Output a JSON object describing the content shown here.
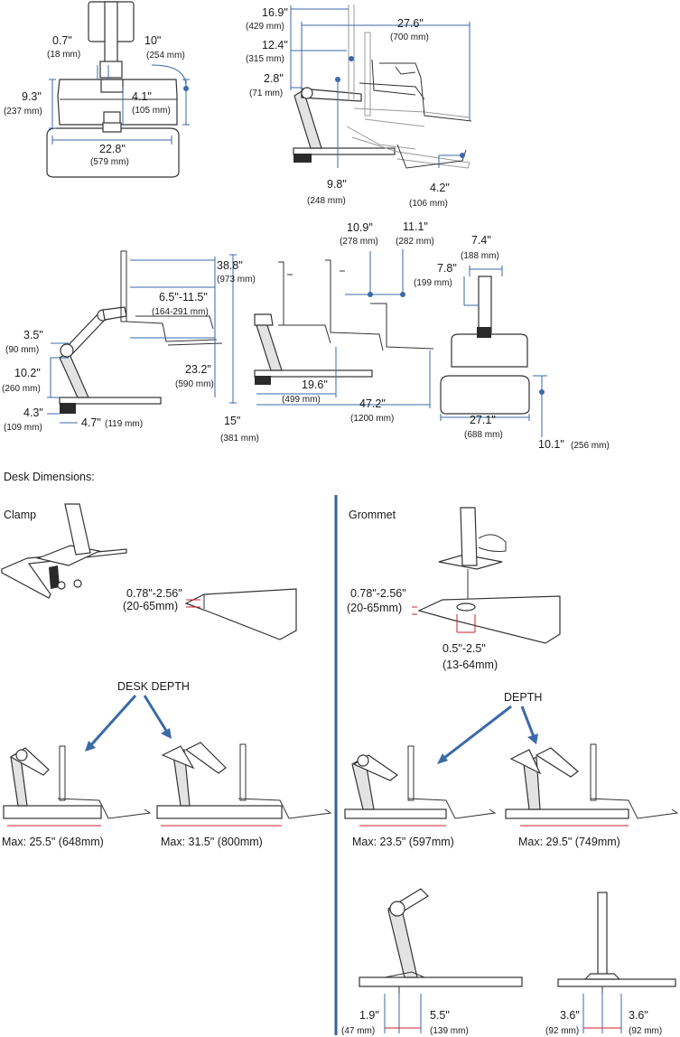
{
  "top_left": {
    "d1": {
      "in": "0.7\"",
      "mm": "(18 mm)"
    },
    "d2": {
      "in": "10\"",
      "mm": "(254 mm)"
    },
    "d3": {
      "in": "9.3\"",
      "mm": "(237 mm)"
    },
    "d4": {
      "in": "4.1\"",
      "mm": "(105 mm)"
    },
    "d5": {
      "in": "22.8\"",
      "mm": "(579 mm)"
    }
  },
  "top_right": {
    "d1": {
      "in": "16.9\"",
      "mm": "(429 mm)"
    },
    "d2": {
      "in": "27.6\"",
      "mm": "(700 mm)"
    },
    "d3": {
      "in": "12.4\"",
      "mm": "(315 mm)"
    },
    "d4": {
      "in": "2.8\"",
      "mm": "(71 mm)"
    },
    "d5": {
      "in": "9.8\"",
      "mm": "(248 mm)"
    },
    "d6": {
      "in": "4.2\"",
      "mm": "(106 mm)"
    }
  },
  "mid_left": {
    "d1": {
      "in": "38.8\"",
      "mm": "(973 mm)"
    },
    "d2": {
      "in": "6.5\"-11.5\"",
      "mm": "(164-291 mm)"
    },
    "d3": {
      "in": "3.5\"",
      "mm": "(90 mm)"
    },
    "d4": {
      "in": "10.2\"",
      "mm": "(260 mm)"
    },
    "d5": {
      "in": "23.2\"",
      "mm": "(590 mm)"
    },
    "d6": {
      "in": "4.3\"",
      "mm": "(109 mm)"
    },
    "d7": {
      "in": "4.7\"",
      "mm": "(119 mm)"
    },
    "d8": {
      "in": "15\"",
      "mm": "(381 mm)"
    }
  },
  "mid_center": {
    "d1": {
      "in": "10.9\"",
      "mm": "(278 mm)"
    },
    "d2": {
      "in": "11.1\"",
      "mm": "(282 mm)"
    },
    "d3": {
      "in": "19.6\"",
      "mm": "(499 mm)"
    },
    "d4": {
      "in": "47.2\"",
      "mm": "(1200 mm)"
    }
  },
  "mid_right": {
    "d1": {
      "in": "7.4\"",
      "mm": "(188 mm)"
    },
    "d2": {
      "in": "7.8\"",
      "mm": "(199 mm)"
    },
    "d3": {
      "in": "27.1\"",
      "mm": "(688 mm)"
    },
    "d4": {
      "in": "10.1\"",
      "mm": "(256 mm)"
    }
  },
  "desk": {
    "title": "Desk Dimensions:",
    "clamp": {
      "label": "Clamp",
      "thickness_in": "0.78\"-2.56\"",
      "thickness_mm": "(20-65mm)",
      "depth_label": "DESK DEPTH",
      "max1": "Max: 25.5\" (648mm)",
      "max2": "Max: 31.5\" (800mm)"
    },
    "grommet": {
      "label": "Grommet",
      "thickness_in": "0.78\"-2.56\"",
      "thickness_mm": "(20-65mm)",
      "hole_in": "0.5\"-2.5\"",
      "hole_mm": "(13-64mm)",
      "depth_label": "DEPTH",
      "max1": "Max: 23.5\" (597mm)",
      "max2": "Max: 29.5\" (749mm)",
      "b1": {
        "in": "1.9\"",
        "mm": "(47 mm)"
      },
      "b2": {
        "in": "5.5\"",
        "mm": "(139 mm)"
      },
      "b3": {
        "in": "3.6\"",
        "mm": "(92 mm)"
      },
      "b4": {
        "in": "3.6\"",
        "mm": "(92 mm)"
      }
    }
  }
}
